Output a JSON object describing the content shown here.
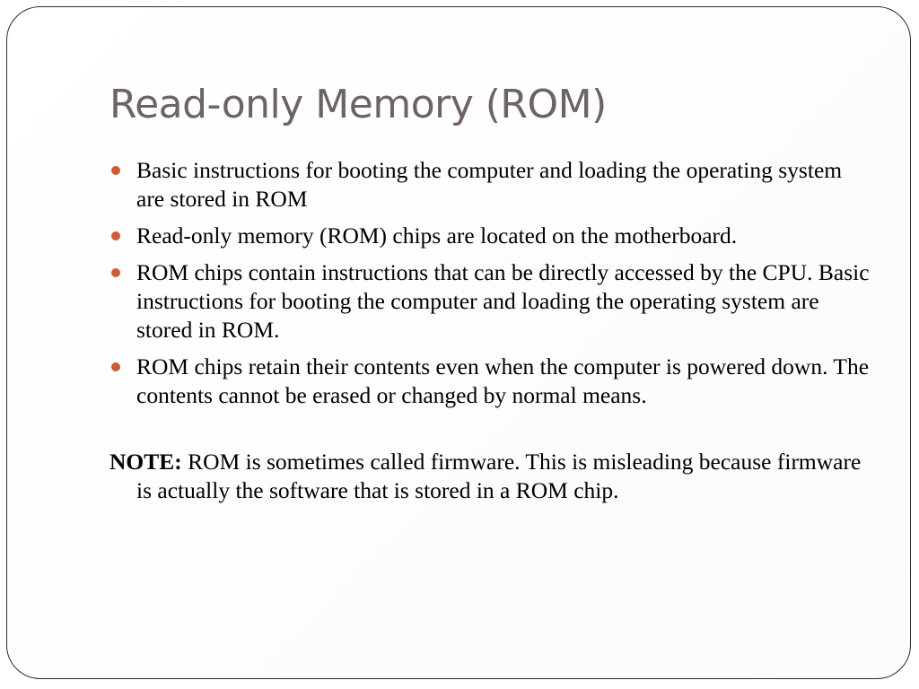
{
  "slide": {
    "title": "Read-only Memory (ROM)",
    "bullets": [
      "Basic instructions for booting the computer and loading the operating system are stored in ROM",
      "Read-only memory (ROM) chips are located on the motherboard.",
      "ROM chips contain instructions that can be directly accessed by the CPU. Basic instructions for booting the computer and loading the operating system are stored in ROM.",
      "ROM chips retain their contents even when the computer is powered down. The contents cannot be erased or changed by normal means."
    ],
    "note": {
      "label": "NOTE:",
      "text": " ROM is sometimes called firmware. This is misleading because firmware is actually the software that is stored in a ROM chip."
    }
  },
  "colors": {
    "title": "#6e6363",
    "bullet": "#d05a32",
    "border": "#2b2b2b"
  }
}
